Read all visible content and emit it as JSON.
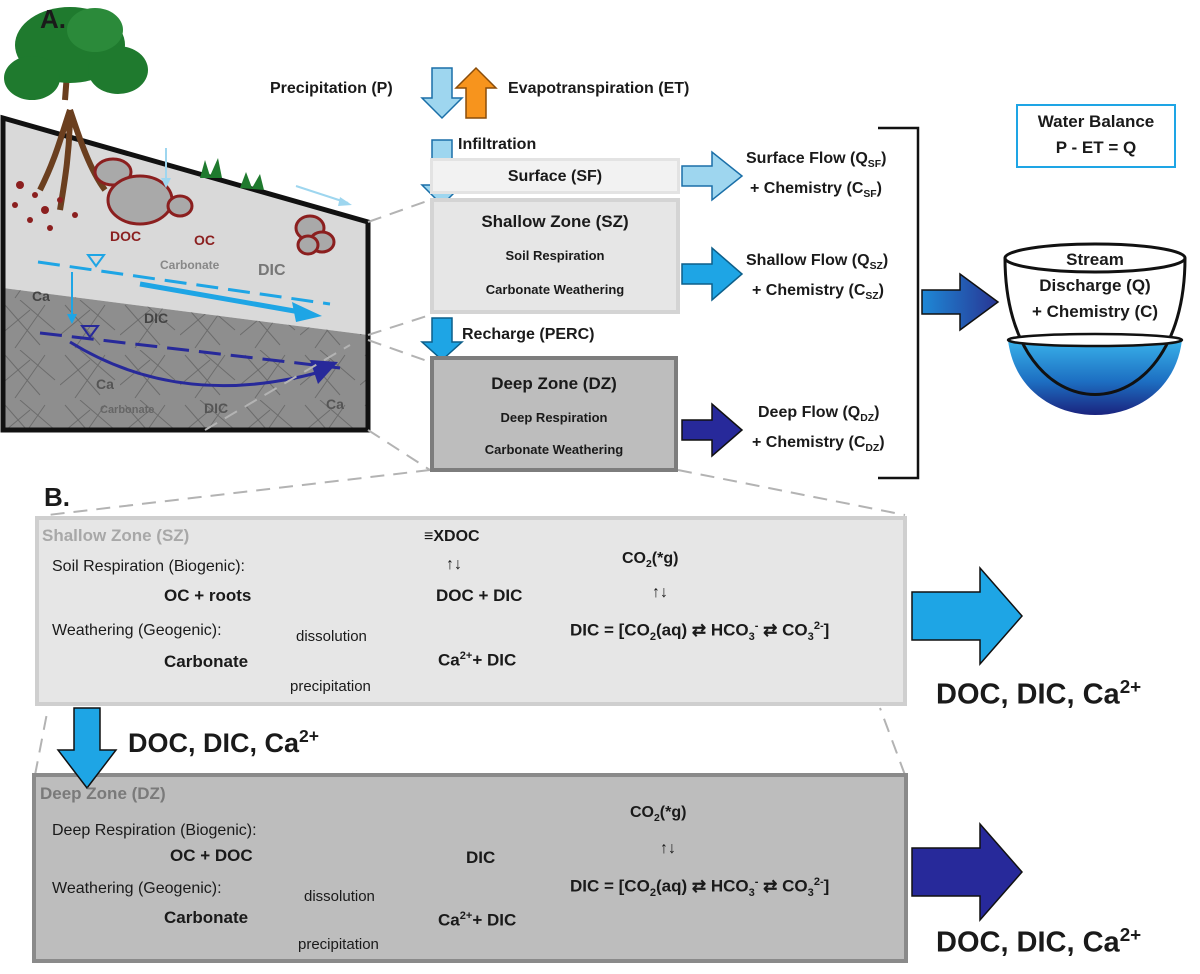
{
  "panel_a": {
    "label": "A.",
    "landscape": {
      "oc": "OC",
      "doc": "DOC",
      "carbonate": "Carbonate",
      "dic": "DIC",
      "ca1": "Ca",
      "dic2": "DIC",
      "ca2": "Ca",
      "carbonate2": "Carbonate",
      "dic3": "DIC",
      "ca3": "Ca"
    },
    "precipitation": "Precipitation (P)",
    "evapotranspiration": "Evapotranspiration (ET)",
    "infiltration": "Infiltration",
    "surface_box": "Surface (SF)",
    "shallow_box": {
      "title": "Shallow Zone (SZ)",
      "line1": "Soil Respiration",
      "line2": "Carbonate Weathering"
    },
    "recharge": "Recharge (PERC)",
    "deep_box": {
      "title": "Deep Zone (DZ)",
      "line1": "Deep Respiration",
      "line2": "Carbonate Weathering"
    },
    "surface_flow": {
      "main": "Surface Flow (Q",
      "sub": "SF",
      "close": ")",
      "chem": "+ Chemistry (C",
      "chem_sub": "SF",
      "chem_close": ")"
    },
    "shallow_flow": {
      "main": "Shallow Flow (Q",
      "sub": "SZ",
      "close": ")",
      "chem": "+ Chemistry (C",
      "chem_sub": "SZ",
      "chem_close": ")"
    },
    "deep_flow": {
      "main": "Deep Flow (Q",
      "sub": "DZ",
      "close": ")",
      "chem": "+ Chemistry (C",
      "chem_sub": "DZ",
      "chem_close": ")"
    },
    "water_balance": {
      "title": "Water Balance",
      "eq": "P - ET = Q"
    },
    "stream": {
      "line1": "Stream",
      "line2": "Discharge (Q)",
      "line3": "+ Chemistry (C)"
    }
  },
  "panel_b": {
    "label": "B.",
    "shallow": {
      "title": "Shallow Zone (SZ)",
      "xdoc": "≡XDOC",
      "updown1": "↑↓",
      "co2g": "CO",
      "co2g_sub": "2",
      "co2g_rest": "(*g)",
      "updown2": "↑↓",
      "soil_resp": "Soil Respiration (Biogenic):",
      "oc_roots": "OC + roots",
      "doc_dic": "DOC + DIC",
      "weathering": "Weathering (Geogenic):",
      "dissolution": "dissolution",
      "carbonate": "Carbonate",
      "precipitation": "precipitation",
      "ca_dic_a": "Ca",
      "ca_dic_sup": "2+",
      "ca_dic_b": "+ DIC",
      "eq_a": "DIC = [CO",
      "eq_sub1": "2",
      "eq_b": "(aq) ⇄ HCO",
      "eq_sub2": "3",
      "eq_sup2": "-",
      "eq_c": " ⇄ CO",
      "eq_sub3": "3",
      "eq_sup3": "2-",
      "eq_d": "]"
    },
    "transfer": {
      "a": "DOC, DIC, Ca",
      "sup": "2+"
    },
    "deep": {
      "title": "Deep Zone (DZ)",
      "co2g": "CO",
      "co2g_sub": "2",
      "co2g_rest": "(*g)",
      "updown": "↑↓",
      "deep_resp": "Deep Respiration (Biogenic):",
      "oc_doc": "OC + DOC",
      "dic": "DIC",
      "weathering": "Weathering (Geogenic):",
      "dissolution": "dissolution",
      "carbonate": "Carbonate",
      "precipitation": "precipitation",
      "ca_dic_a": "Ca",
      "ca_dic_sup": "2+",
      "ca_dic_b": "+ DIC",
      "eq_a": "DIC = [CO",
      "eq_sub1": "2",
      "eq_b": "(aq) ⇄ HCO",
      "eq_sub2": "3",
      "eq_sup2": "-",
      "eq_c": " ⇄ CO",
      "eq_sub3": "3",
      "eq_sup3": "2-",
      "eq_d": "]"
    },
    "output_shallow": {
      "a": "DOC, DIC, Ca",
      "sup": "2+"
    },
    "output_deep": {
      "a": "DOC, DIC, Ca",
      "sup": "2+"
    }
  },
  "colors": {
    "light_blue": "#9ed6ef",
    "mid_blue": "#1ea5e5",
    "dark_blue": "#27299a",
    "orange": "#f7941d",
    "dark_red": "#8b1f1f",
    "tree_green": "#1f7a2e",
    "soil_light": "#d8d8d8",
    "rock_dark": "#8c8c8c"
  }
}
